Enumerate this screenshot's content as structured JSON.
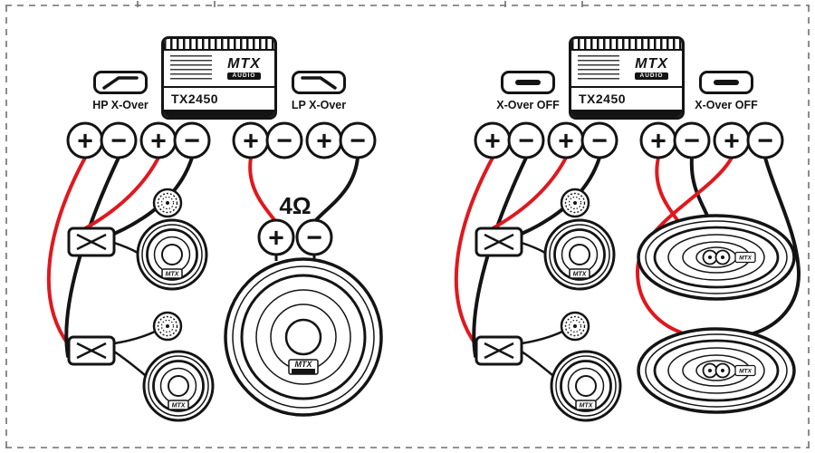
{
  "colors": {
    "background": "#ffffff",
    "outline": "#141414",
    "wire_positive": "#e0181e",
    "wire_negative": "#141414",
    "crop_mark": "#6f6f6f"
  },
  "brand": {
    "name": "MTX",
    "sub": "AUDIO"
  },
  "terminals": {
    "plus": "+",
    "minus": "−"
  },
  "left_diagram": {
    "amp_model": "TX2450",
    "left_badge_label": "HP X-Over",
    "right_badge_label": "LP X-Over",
    "sub_impedance": "4Ω"
  },
  "right_diagram": {
    "amp_model": "TX2450",
    "left_badge_label": "X-Over OFF",
    "right_badge_label": "X-Over OFF"
  }
}
